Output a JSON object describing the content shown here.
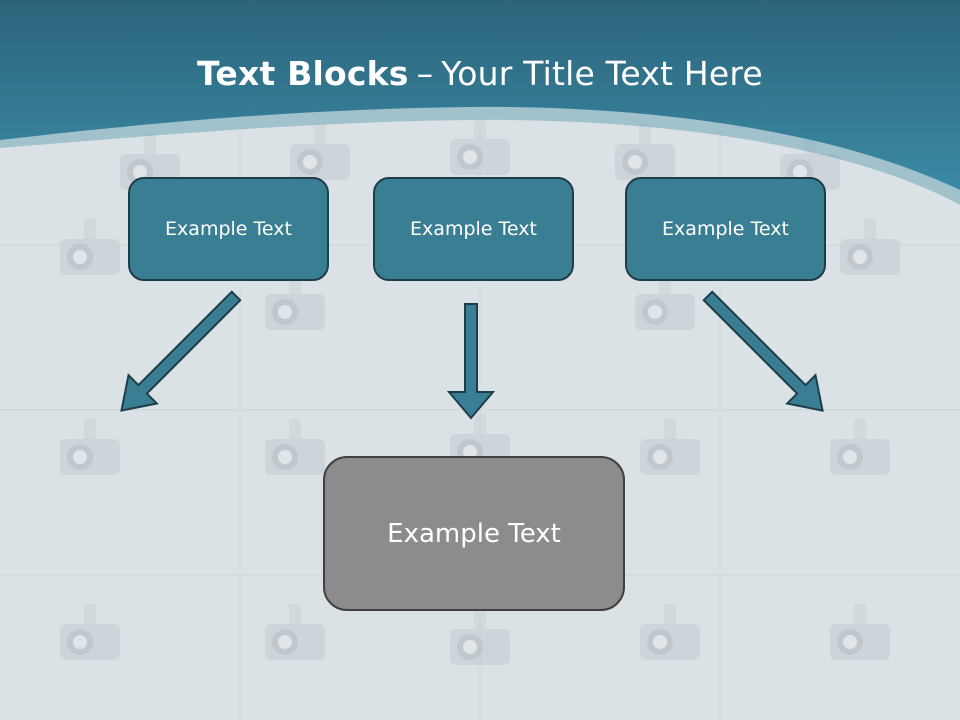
{
  "title": {
    "bold": "Text Blocks",
    "dash": "–",
    "rest": "Your Title Text Here"
  },
  "blocks": {
    "left": "Example Text",
    "center": "Example Text",
    "right": "Example Text",
    "bottom": "Example Text"
  },
  "colors": {
    "header": "#2e6f86",
    "header_light": "#3f8ea7",
    "block_fill": "#3a7e93",
    "block_border": "#1e3d4a",
    "bottom_fill": "#8c8c8c",
    "arrow_fill": "#3a7e93"
  },
  "icons": {
    "background": "security-camera-icon",
    "arrows": [
      "arrow-down-right-icon",
      "arrow-down-icon",
      "arrow-down-left-icon"
    ]
  }
}
